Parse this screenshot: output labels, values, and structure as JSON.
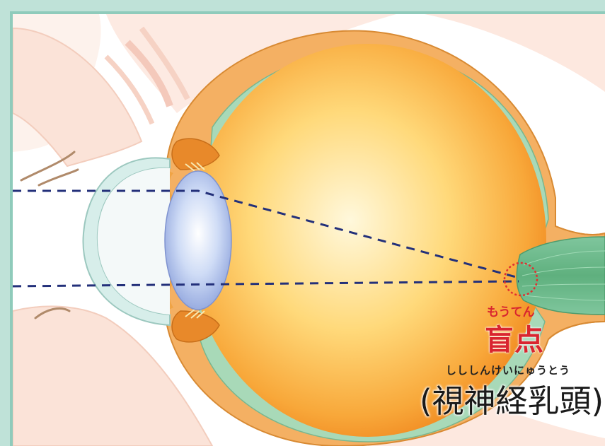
{
  "labels": {
    "blind_spot_ruby": "もうてん",
    "blind_spot": "盲点",
    "optic_disc_ruby": "しししんけいにゅうとう",
    "optic_disc": "(視神経乳頭)"
  },
  "colors": {
    "frame_border": "#8fcbbb",
    "blind_spot_text": "#d9252f",
    "sight_line": "#23307a",
    "eyeball_center": "#fff7d6",
    "eyeball_edge": "#f08a1c",
    "lens": "#a9bce8",
    "retina": "#9ad0ad"
  }
}
